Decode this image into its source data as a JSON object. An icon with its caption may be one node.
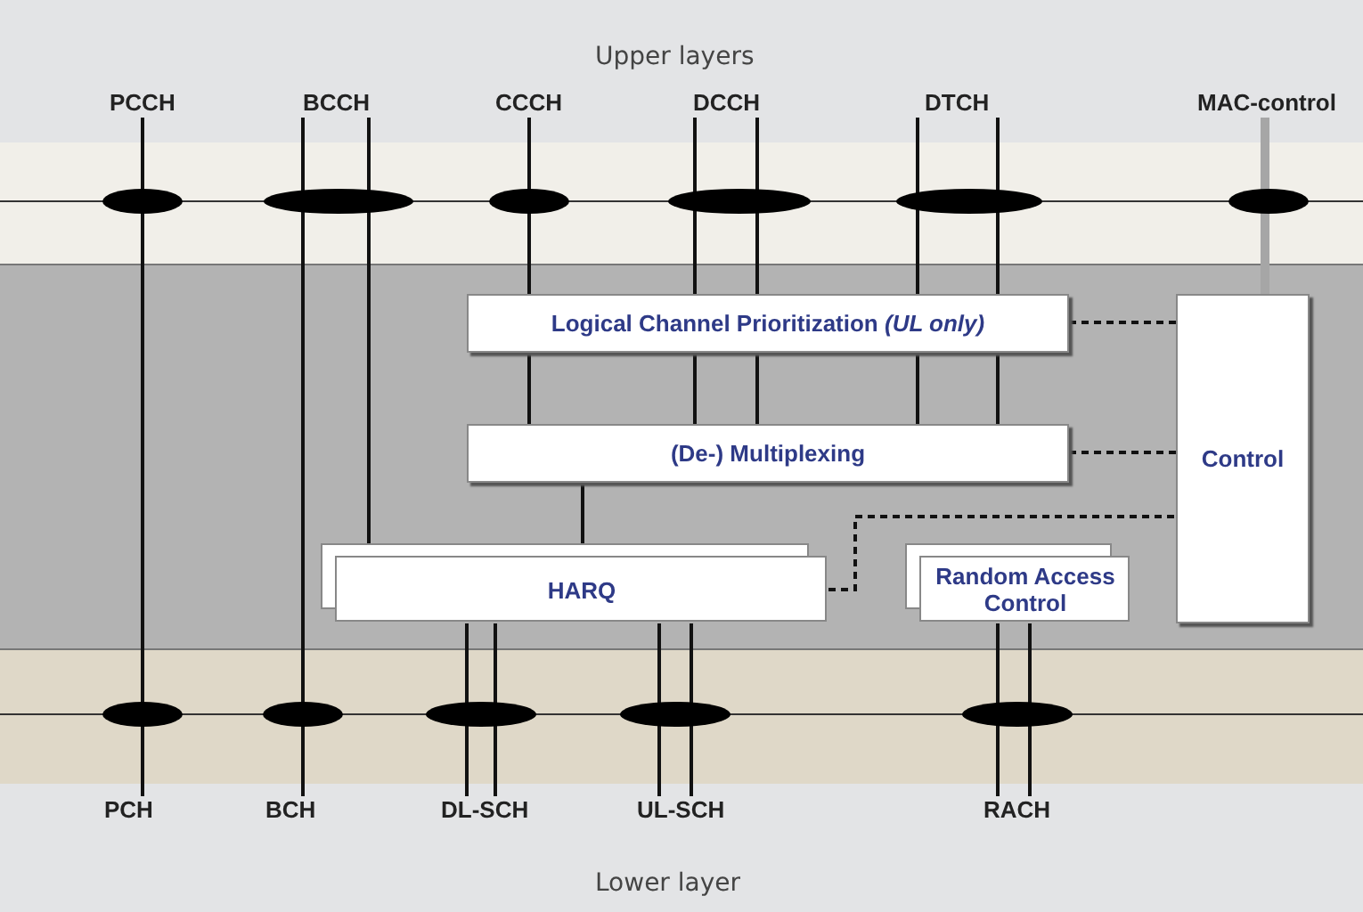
{
  "diagram": {
    "nodes": [
      {
        "text": [
          "PCCH"
        ]
      },
      {
        "text": [
          "BCCH"
        ]
      },
      {
        "text": [
          "CCCH"
        ]
      },
      {
        "text": [
          "DCCH"
        ]
      },
      {
        "text": [
          "DTCH"
        ]
      },
      {
        "text": [
          "MAC-control"
        ]
      },
      {
        "text": [
          "Logical Channel Prioritization *(UL only)*"
        ]
      },
      {
        "text": [
          "(De-) Multiplexing"
        ]
      },
      {
        "text": [
          "HARQ"
        ]
      },
      {
        "text": [
          "Random Access Control"
        ]
      },
      {
        "text": [
          "Control"
        ]
      },
      {
        "text": [
          "PCH"
        ]
      },
      {
        "text": [
          "BCH"
        ]
      },
      {
        "text": [
          "DL-SCH"
        ]
      },
      {
        "text": [
          "UL-SCH"
        ]
      },
      {
        "text": [
          "RACH"
        ]
      }
    ],
    "edges": [
      {
        "from": 0,
        "to": 11,
        "arrow": "none"
      },
      {
        "from": 1,
        "to": 12,
        "arrow": "none"
      },
      {
        "from": 1,
        "to": 8,
        "arrow": "none"
      },
      {
        "from": 2,
        "to": 6,
        "arrow": "none"
      },
      {
        "from": 3,
        "to": 6,
        "arrow": "none"
      },
      {
        "from": 3,
        "to": 6,
        "arrow": "none"
      },
      {
        "from": 4,
        "to": 6,
        "arrow": "none"
      },
      {
        "from": 4,
        "to": 6,
        "arrow": "none"
      },
      {
        "from": 5,
        "to": 10,
        "arrow": "none",
        "style": "thick",
        "color": "#a6a6a6"
      },
      {
        "from": 6,
        "to": 7,
        "arrow": "none"
      },
      {
        "from": 6,
        "to": 7,
        "arrow": "none"
      },
      {
        "from": 6,
        "to": 7,
        "arrow": "none"
      },
      {
        "from": 6,
        "to": 7,
        "arrow": "none"
      },
      {
        "from": 6,
        "to": 7,
        "arrow": "none"
      },
      {
        "from": 7,
        "to": 8,
        "arrow": "none"
      },
      {
        "from": 8,
        "to": 13,
        "arrow": "none"
      },
      {
        "from": 8,
        "to": 13,
        "arrow": "none"
      },
      {
        "from": 8,
        "to": 14,
        "arrow": "none"
      },
      {
        "from": 8,
        "to": 14,
        "arrow": "none"
      },
      {
        "from": 9,
        "to": 15,
        "arrow": "none"
      },
      {
        "from": 9,
        "to": 15,
        "arrow": "none"
      },
      {
        "from": 6,
        "to": 10,
        "arrow": "none",
        "style": "dashed"
      },
      {
        "from": 7,
        "to": 10,
        "arrow": "none",
        "style": "dashed"
      },
      {
        "from": 8,
        "to": 10,
        "arrow": "none",
        "style": "dashed"
      }
    ],
    "labels": [
      "Upper layers",
      "Lower layer"
    ]
  }
}
